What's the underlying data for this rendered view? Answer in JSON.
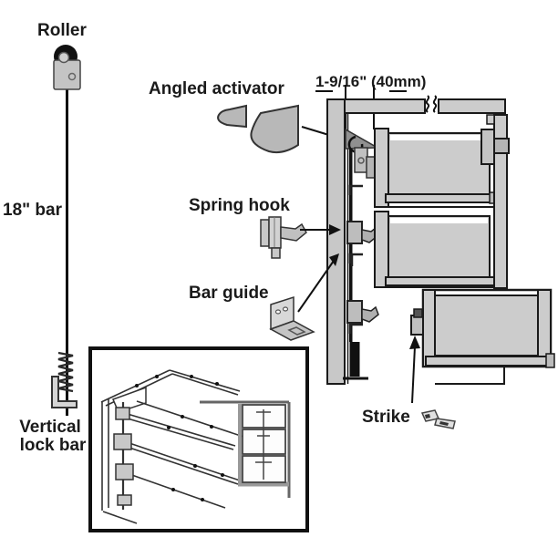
{
  "figure": {
    "type": "technical-diagram",
    "subject": "Vertical lock bar locking mechanism for a drawer cabinet",
    "views": [
      "exploded part callouts",
      "cabinet side cross-section",
      "inset perspective detail with mini front view"
    ]
  },
  "labels": {
    "roller": "Roller",
    "bar_length": "18\" bar",
    "vertical_lock_bar": [
      "Vertical",
      "lock bar"
    ],
    "angled_activator": "Angled activator",
    "dimension": "1-9/16\" (40mm)",
    "spring_hook": "Spring hook",
    "bar_guide": "Bar guide",
    "strike": "Strike"
  },
  "parts_depicted": [
    "roller",
    "18-inch bar",
    "spring",
    "lock-bar bracket",
    "angled activator",
    "spring hook",
    "bar guide",
    "strike",
    "drawer cabinet cross-section",
    "pulled-out drawer",
    "inset detail view"
  ],
  "colors": {
    "background": "#ffffff",
    "line": "#1a1a1a",
    "fill_light": "#cccccc",
    "fill_mid": "#b8b8b8",
    "fill_dark": "#8f8f8f",
    "bar_black": "#111111"
  }
}
